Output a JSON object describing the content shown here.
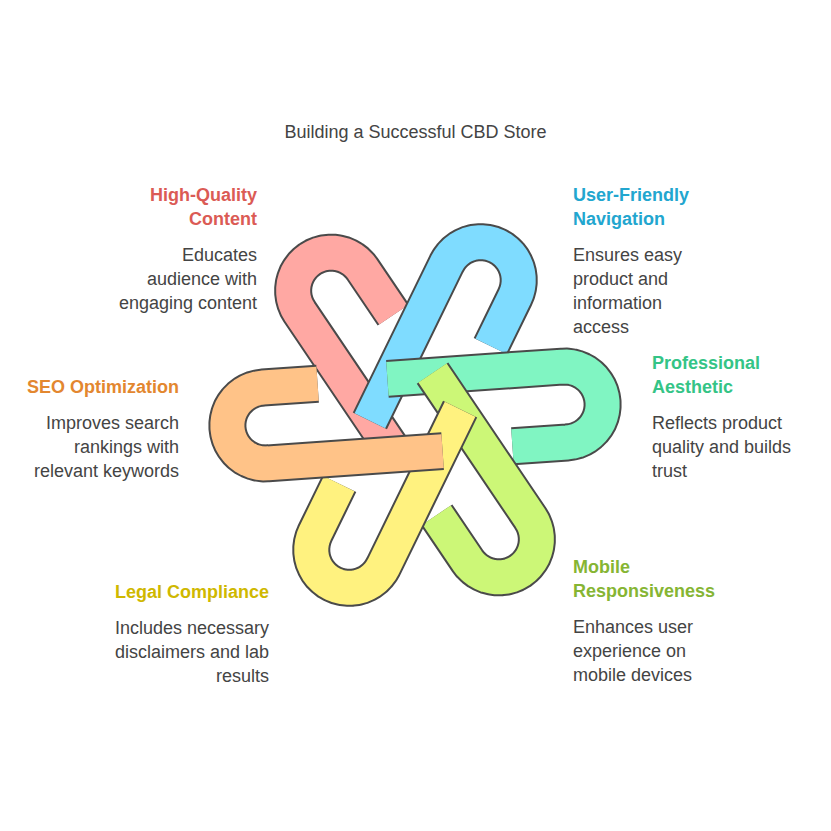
{
  "diagram": {
    "title": "Building a Successful CBD Store",
    "nodes": [
      {
        "text": [
          "High-Quality Content",
          "Educates audience with engaging content"
        ]
      },
      {
        "text": [
          "User-Friendly Navigation",
          "Ensures easy product and information access"
        ]
      },
      {
        "text": [
          "Professional Aesthetic",
          "Reflects product quality and builds trust"
        ]
      },
      {
        "text": [
          "Mobile Responsiveness",
          "Enhances user experience on mobile devices"
        ]
      },
      {
        "text": [
          "Legal Compliance",
          "Includes necessary disclaimers and lab results"
        ]
      },
      {
        "text": [
          "SEO Optimization",
          "Improves search rankings with relevant keywords"
        ]
      }
    ]
  }
}
